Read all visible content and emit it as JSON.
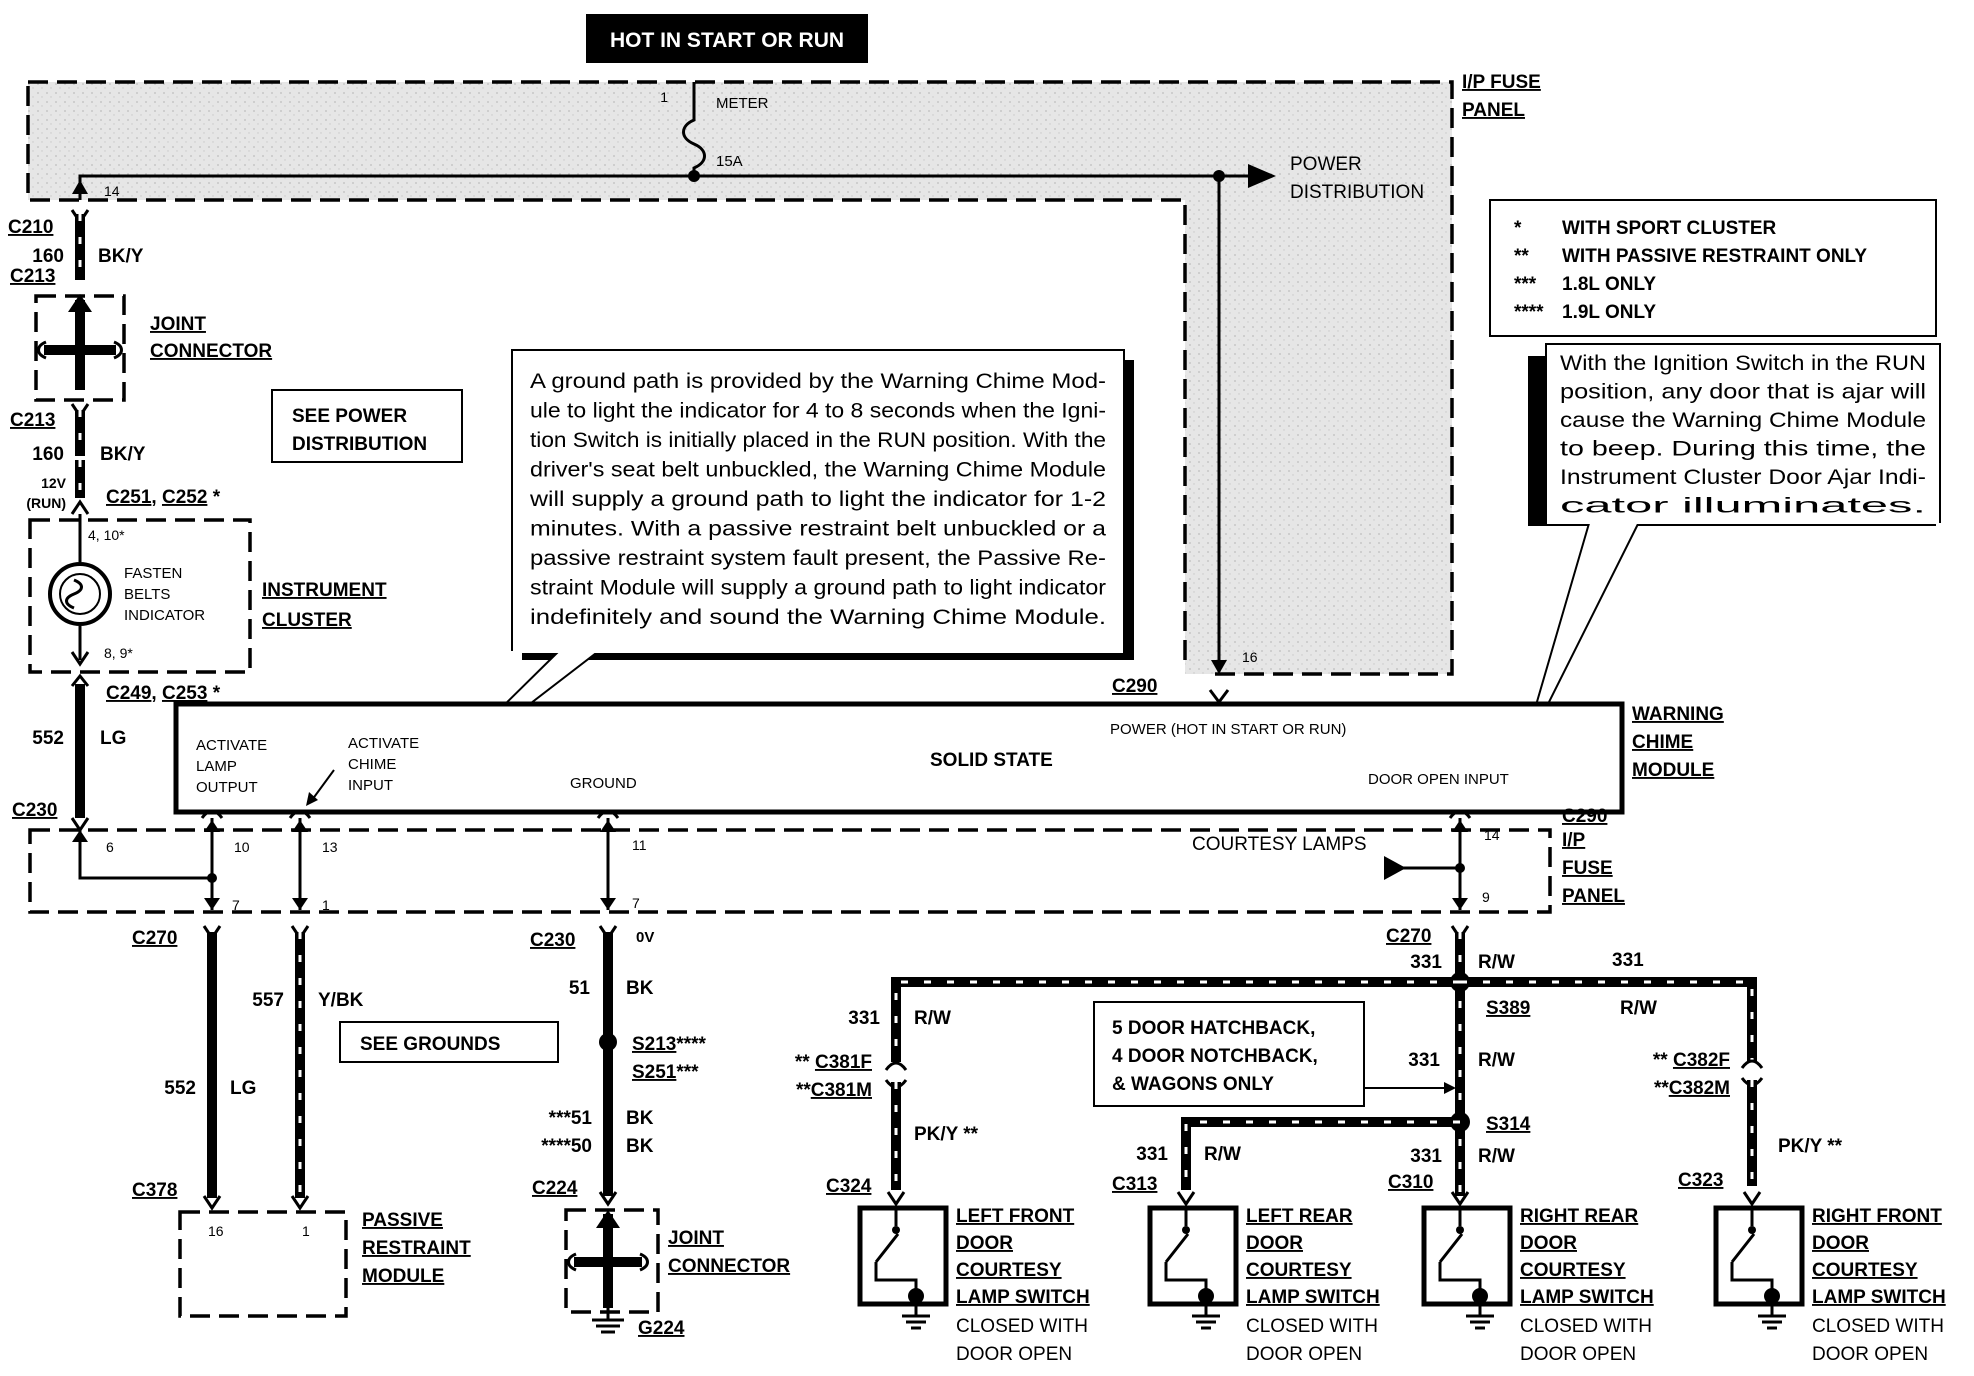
{
  "header": {
    "hot_label": "HOT IN START OR RUN"
  },
  "fuse_panel_top": {
    "label_line1": "I/P FUSE",
    "label_line2": "PANEL",
    "fuse_pin_in": "1",
    "fuse_name": "METER",
    "fuse_rating": "15A",
    "pin_out": "14",
    "power_line1": "POWER",
    "power_line2": "DISTRIBUTION",
    "pin_16": "16"
  },
  "legend": {
    "items": [
      {
        "mark": "*",
        "text": "WITH SPORT CLUSTER"
      },
      {
        "mark": "**",
        "text": "WITH PASSIVE RESTRAINT ONLY"
      },
      {
        "mark": "***",
        "text": "1.8L ONLY"
      },
      {
        "mark": "****",
        "text": "1.9L ONLY"
      }
    ]
  },
  "notes": {
    "warning_chime_note": [
      "A ground path is provided by the Warning Chime Mod-",
      "ule to light the indicator for 4 to 8 seconds when the Igni-",
      "tion Switch is initially placed in the RUN position. With the",
      "driver's seat belt unbuckled, the Warning Chime Module",
      "will supply a ground path to light the  indicator for 1-2",
      "minutes. With a passive restraint belt unbuckled or a",
      "passive restraint system fault present, the Passive Re-",
      "straint Module will supply a ground path to light indicator",
      "indefinitely and sound the Warning Chime  Module."
    ],
    "door_ajar_note": [
      "With the Ignition Switch in the RUN",
      "position, any door that is ajar will",
      "cause the Warning Chime Module",
      "to beep.  During this time, the",
      "Instrument Cluster Door Ajar Indi-",
      "cator illuminates."
    ],
    "see_power_line1": "SEE POWER",
    "see_power_line2": "DISTRIBUTION",
    "see_grounds": "SEE GROUNDS",
    "body_styles": [
      "5 DOOR HATCHBACK,",
      "4 DOOR NOTCHBACK,",
      "& WAGONS ONLY"
    ]
  },
  "left_column": {
    "c210": "C210",
    "wire_160": "160",
    "bk_y": "BK/Y",
    "c213_a": "C213",
    "joint_connector_1": "JOINT",
    "joint_connector_2": "CONNECTOR",
    "c213_b": "C213",
    "wire_160_b": "160",
    "bk_y_b": "BK/Y",
    "v12": "12V",
    "run": "(RUN)",
    "c251": "C251",
    "c252": "C252",
    "star": "*",
    "pins_top": "4, 10*",
    "fasten_1": "FASTEN",
    "fasten_2": "BELTS",
    "fasten_3": "INDICATOR",
    "pins_bottom": "8, 9*",
    "cluster_1": "INSTRUMENT",
    "cluster_2": "CLUSTER",
    "c249": "C249",
    "c253": "C253",
    "star_b": "*",
    "wire_552": "552",
    "lg": "LG",
    "c230": "C230"
  },
  "chime_module": {
    "c290": "C290",
    "power_label": "POWER (HOT IN START OR RUN)",
    "activate_lamp_1": "ACTIVATE",
    "activate_lamp_2": "LAMP",
    "activate_lamp_3": "OUTPUT",
    "activate_chime_1": "ACTIVATE",
    "activate_chime_2": "CHIME",
    "activate_chime_3": "INPUT",
    "ground": "GROUND",
    "solid_state": "SOLID  STATE",
    "door_open_input": "DOOR OPEN INPUT",
    "name_1": "WARNING",
    "name_2": "CHIME",
    "name_3": "MODULE"
  },
  "fuse_panel_bottom": {
    "c290": "C290",
    "label_1": "I/P",
    "label_2": "FUSE",
    "label_3": "PANEL",
    "courtesy_lamps": "COURTESY LAMPS",
    "pin_6": "6",
    "pin_10": "10",
    "pin_13": "13",
    "pin_11": "11",
    "pin_14": "14",
    "pin_7a": "7",
    "pin_1": "1",
    "pin_7b": "7",
    "pin_9": "9"
  },
  "lower_left": {
    "c270": "C270",
    "wire_557": "557",
    "y_bk": "Y/BK",
    "wire_552": "552",
    "lg": "LG",
    "c378": "C378",
    "pin_16": "16",
    "pin_1": "1",
    "prm_1": "PASSIVE",
    "prm_2": "RESTRAINT",
    "prm_3": "MODULE"
  },
  "ground_column": {
    "c230": "C230",
    "zero_v": "0V",
    "wire_51": "51",
    "bk": "BK",
    "s213": "S213",
    "s213_mark": "****",
    "s251": "S251",
    "s251_mark": "***",
    "wire_51b": "***51",
    "bk_b": "BK",
    "wire_50": "****50",
    "bk_c": "BK",
    "c224": "C224",
    "joint_1": "JOINT",
    "joint_2": "CONNECTOR",
    "g224": "G224"
  },
  "door_circuit": {
    "c270": "C270",
    "wire_331": "331",
    "rw": "R/W",
    "s389": "S389",
    "s314": "S314",
    "c381_mark": "**",
    "c381f": "C381F",
    "c381m_mark": "**",
    "c381m": "C381M",
    "c382_mark": "**",
    "c382f": "C382F",
    "c382m_mark": "**",
    "c382m": "C382M",
    "pk_y": "PK/Y **",
    "c324": "C324",
    "c313": "C313",
    "c310": "C310",
    "c323": "C323",
    "switches": [
      {
        "name": [
          "LEFT FRONT",
          "DOOR",
          "COURTESY",
          "LAMP SWITCH"
        ],
        "state": [
          "CLOSED WITH",
          "DOOR OPEN"
        ]
      },
      {
        "name": [
          "LEFT REAR",
          "DOOR",
          "COURTESY",
          "LAMP SWITCH"
        ],
        "state": [
          "CLOSED WITH",
          "DOOR OPEN"
        ]
      },
      {
        "name": [
          "RIGHT REAR",
          "DOOR",
          "COURTESY",
          "LAMP SWITCH"
        ],
        "state": [
          "CLOSED WITH",
          "DOOR OPEN"
        ]
      },
      {
        "name": [
          "RIGHT FRONT",
          "DOOR",
          "COURTESY",
          "LAMP SWITCH"
        ],
        "state": [
          "CLOSED WITH",
          "DOOR OPEN"
        ]
      }
    ]
  }
}
